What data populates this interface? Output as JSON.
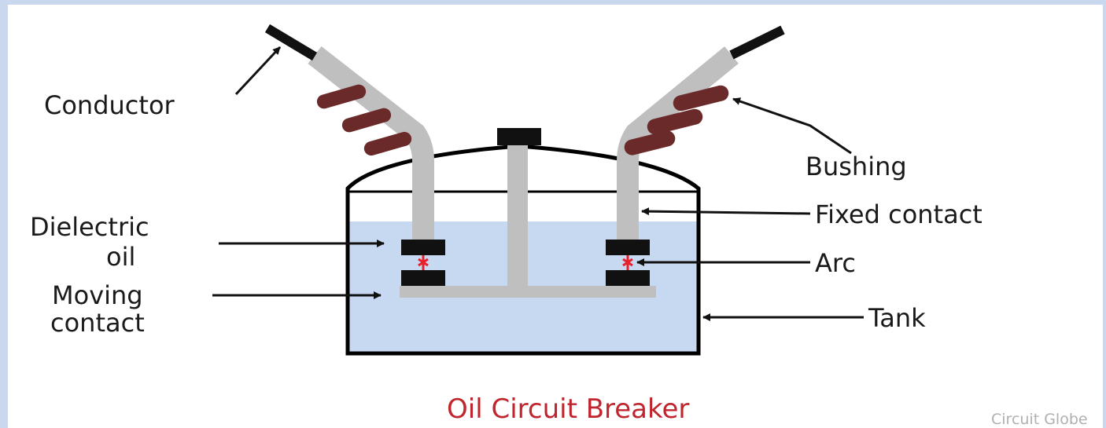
{
  "title": "Oil Circuit Breaker",
  "watermark": "Circuit Globe",
  "labels": {
    "conductor": "Conductor",
    "bushing": "Bushing",
    "fixed_contact": "Fixed contact",
    "dielectric_line1": "Dielectric",
    "dielectric_line2": "oil",
    "arc": "Arc",
    "moving_line1": "Moving",
    "moving_line2": "contact",
    "tank": "Tank"
  },
  "colors": {
    "frame": "#c9d8ee",
    "oil": "#c6d9f1",
    "rod": "#bfbfbf",
    "bushing": "#6b2a2a",
    "contact": "#111111",
    "arc": "#e8202a",
    "title": "#c0252e"
  }
}
